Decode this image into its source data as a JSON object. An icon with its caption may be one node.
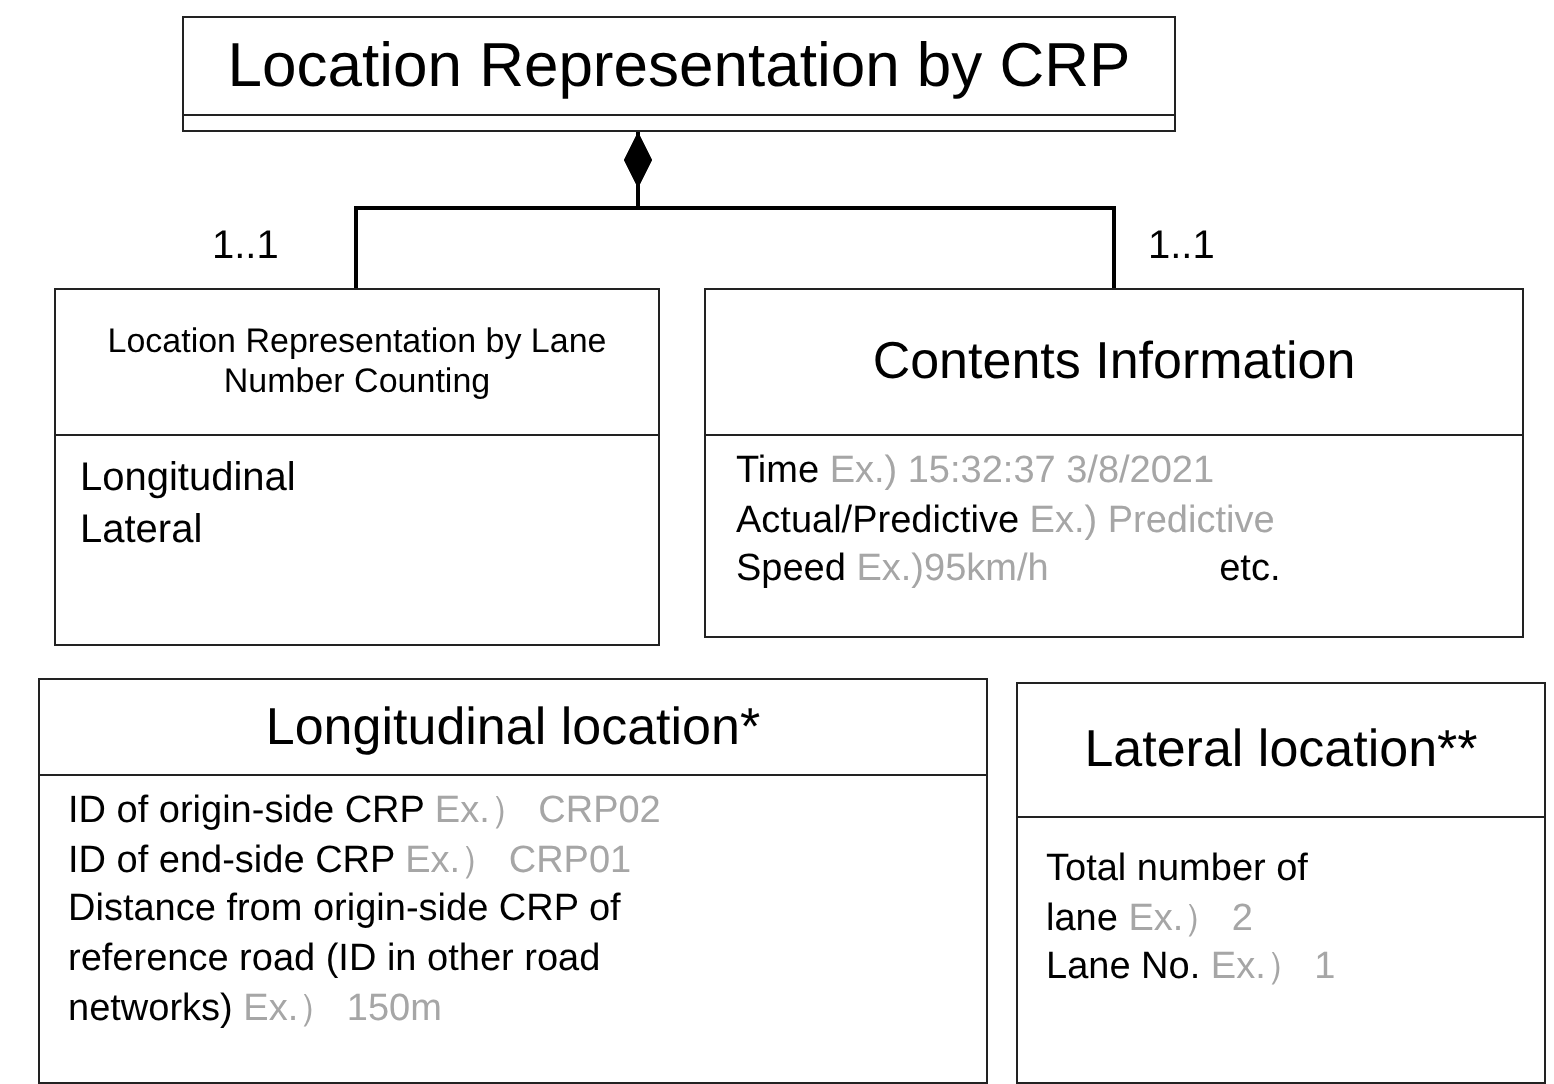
{
  "diagram": {
    "nodes": [
      {
        "text": [
          "Location Representation by CRP"
        ]
      },
      {
        "text": [
          "Location Representation by Lane Number Counting",
          "Longitudinal",
          "Lateral"
        ]
      },
      {
        "text": [
          "Contents Information",
          "Time",
          "Ex.) 15:32:37 3/8/2021",
          "Actual/Predictive",
          "Ex.) Predictive",
          "Speed",
          "Ex.)95km/h",
          "etc."
        ]
      },
      {
        "text": [
          "Longitudinal location*",
          "ID of origin-side CRP",
          "Ex.） CRP02",
          "ID of end-side CRP",
          "Ex.） CRP01",
          "Distance from origin-side CRP of reference road (ID in other road networks)",
          "Ex.） 150m"
        ]
      },
      {
        "text": [
          "Lateral location**",
          "Total number of lane",
          "Ex.） 2",
          "Lane No.",
          "Ex.） 1"
        ]
      }
    ],
    "edges": [
      {
        "from": 0,
        "to": 1,
        "arrow": "other",
        "label": "1..1"
      },
      {
        "from": 0,
        "to": 2,
        "arrow": "other",
        "label": "1..1"
      }
    ]
  }
}
